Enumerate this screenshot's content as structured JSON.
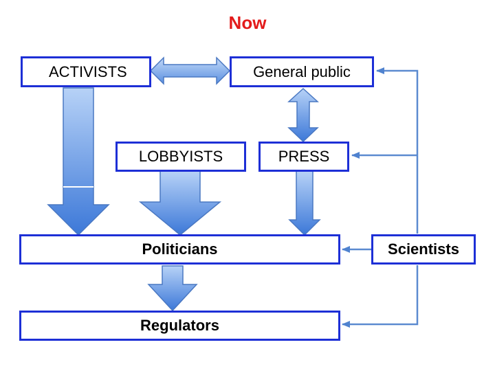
{
  "title": "Now",
  "nodes": {
    "activists": "ACTIVISTS",
    "general_public": "General public",
    "lobbyists": "LOBBYISTS",
    "press": "PRESS",
    "politicians": "Politicians",
    "regulators": "Regulators",
    "scientists": "Scientists"
  },
  "colors": {
    "title": "#e31b1b",
    "box_border": "#1d2fd6",
    "arrow_fill_light": "#a9c8f4",
    "arrow_fill_dark": "#3c78d8",
    "arrow_stroke": "#4a78c2",
    "connector_line": "#5b8ad0"
  }
}
